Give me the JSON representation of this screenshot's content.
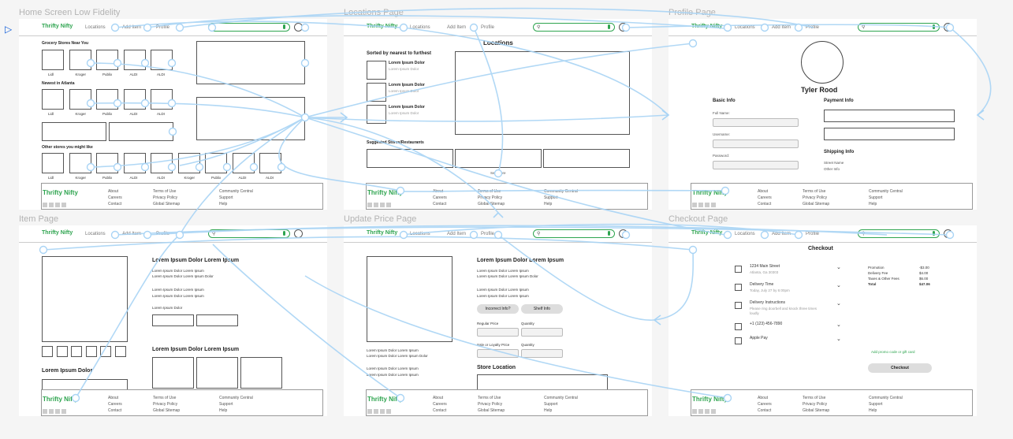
{
  "frames": {
    "home": "Home Screen Low Fidelity",
    "locations": "Locations Page",
    "profile": "Profile Page",
    "item": "Item Page",
    "update": "Update Price Page",
    "checkout": "Checkout Page"
  },
  "nav": {
    "brand": "Thrifty Nifty",
    "locations": "Locations",
    "add_item": "Add Item",
    "profile": "Profile"
  },
  "footer": {
    "brand": "Thrifty Nifty",
    "col1": [
      "About",
      "Careers",
      "Contact"
    ],
    "col2": [
      "Terms of Use",
      "Privacy Policy",
      "Global Sitemap"
    ],
    "col3": [
      "Community Central",
      "Support",
      "Help"
    ]
  },
  "home": {
    "grocery": "Grocery Stores Near You",
    "grocery_stores": [
      "Lidl",
      "Kroger",
      "Publix",
      "ALDI",
      "ALDI"
    ],
    "newest": "Newest in Atlanta",
    "newest_stores": [
      "Lidl",
      "Kroger",
      "Publix",
      "ALDI",
      "ALDI"
    ],
    "other": "Other stores you might like",
    "other_stores": [
      "Lidl",
      "Kroger",
      "Publix",
      "ALDI",
      "ALDI",
      "Kroger",
      "Publix",
      "ALDI",
      "ALDI"
    ]
  },
  "locations": {
    "title": "Locations",
    "sorted": "Sorted by nearest to furthest",
    "items": [
      {
        "title": "Lorem Ipsum Dolor",
        "sub": "Lorem Ipsum Dolor"
      },
      {
        "title": "Lorem Ipsum Dolor",
        "sub": "Lorem Ipsum Dolor"
      },
      {
        "title": "Lorem Ipsum Dolor",
        "sub": "Lorem Ipsum Dolor"
      }
    ],
    "suggested": "Suggested Stores/Restaurants",
    "see_more": "See More"
  },
  "profile": {
    "name": "Tyler Rood",
    "basic": "Basic Info",
    "full_name": "Full Name:",
    "username": "Username:",
    "password": "Password:",
    "payment": "Payment Info",
    "shipping": "Shipping Info",
    "street": "Street Name",
    "other": "Other Info"
  },
  "item": {
    "heading": "Lorem Ipsum Dolor Lorem Ipsum",
    "lines1": [
      "Lorem Ipsum Dolor Lorem Ipsum",
      "Lorem Ipsum Dolor Lorem Ipsum Dolor"
    ],
    "lines2": [
      "Lorem Ipsum Dolor Lorem Ipsum",
      "Lorem Ipsum Dolor Lorem Ipsum"
    ],
    "small": "Lorem Ipsum Dolor",
    "heading2": "Lorem Ipsum Dolor Lorem Ipsum",
    "left_title": "Lorem Ipsum Dolor"
  },
  "update": {
    "heading": "Lorem Ipsum Dolor Lorem Ipsum",
    "lines1": [
      "Lorem Ipsum Dolor Lorem Ipsum",
      "Lorem Ipsum Dolor Lorem Ipsum Dolor"
    ],
    "lines2": [
      "Lorem Ipsum Dolor Lorem Ipsum",
      "Lorem Ipsum Dolor Lorem Ipsum"
    ],
    "incorrect": "Incorrect Info?",
    "shelf": "Shelf Info",
    "regular_price": "Regular Price",
    "quantity": "Quantity",
    "sale_price": "Sale or Loyalty Price",
    "quantity2": "Quantity",
    "store_location": "Store Location",
    "left_lines": [
      "Lorem Ipsum Dolor Lorem Ipsum",
      "Lorem Ipsum Dolor Lorem Ipsum Dolor",
      "Lorem Ipsum Dolor Lorem Ipsum",
      "Lorem Ipsum Dolor Lorem Ipsum"
    ]
  },
  "checkout": {
    "title": "Checkout",
    "rows": [
      {
        "title": "1234 Main Street",
        "sub": "Atlanta, Ga 30303"
      },
      {
        "title": "Delivery Time",
        "sub": "Today, July 27 by 6:00pm"
      },
      {
        "title": "Delivery Instructions",
        "sub": "Please ring doorbell and knock three times loudly"
      },
      {
        "title": "+1 (123) 456-7890",
        "sub": ""
      },
      {
        "title": "Apple Pay",
        "sub": ""
      }
    ],
    "summary": [
      {
        "label": "Promotion",
        "value": "-$3.00"
      },
      {
        "label": "Delivery Fee",
        "value": "$4.00"
      },
      {
        "label": "Taxes & Other Fees",
        "value": "$6.00"
      },
      {
        "label": "Total",
        "value": "$47.06"
      }
    ],
    "promo": "Add promo code or gift card",
    "button": "Checkout"
  }
}
